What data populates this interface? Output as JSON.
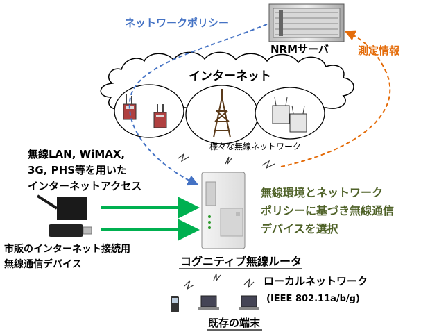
{
  "labels": {
    "network_policy": "ネットワークポリシー",
    "nrm_server": "NRMサーバ",
    "measurement_info": "測定情報",
    "internet": "インターネット",
    "various_wireless": "様々な無線ネットワーク",
    "access_line1": "無線LAN, WiMAX,",
    "access_line2": "3G, PHS等を用いた",
    "access_line3": "インターネットアクセス",
    "devices_line1": "市販のインターネット接続用",
    "devices_line2": "無線通信デバイス",
    "router": "コグニティブ無線ルータ",
    "select_line1": "無線環境とネットワーク",
    "select_line2": "ポリシーに基づき無線通信",
    "select_line3": "デバイスを選択",
    "local_network": "ローカルネットワーク",
    "ieee": "(IEEE 802.11a/b/g)",
    "existing_terminals": "既存の端末"
  },
  "colors": {
    "policy_blue": "#4472c4",
    "measure_orange": "#e46c0a",
    "select_olive": "#4f6228",
    "arrow_green": "#00b050"
  }
}
